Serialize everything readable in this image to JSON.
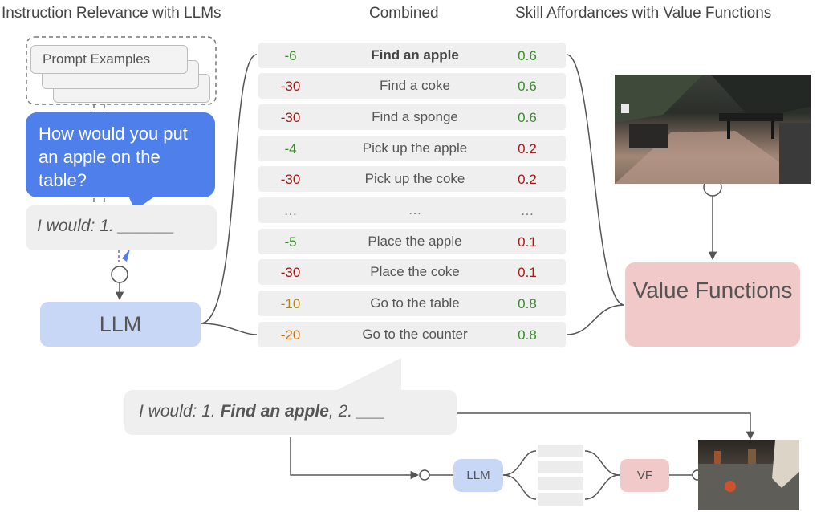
{
  "headings": {
    "left": "Instruction Relevance with LLMs",
    "center": "Combined",
    "right": "Skill Affordances with Value Functions"
  },
  "prompt_examples_label": "Prompt Examples",
  "question_bubble": "How would you put an apple on the table?",
  "answer_prefix": "I would: 1. ______",
  "llm_label": "LLM",
  "value_functions_label": "Value Functions",
  "rows": [
    {
      "llm": "-6",
      "label": "Find an apple",
      "vf": "0.6"
    },
    {
      "llm": "-30",
      "label": "Find a coke",
      "vf": "0.6"
    },
    {
      "llm": "-30",
      "label": "Find a sponge",
      "vf": "0.6"
    },
    {
      "llm": "-4",
      "label": "Pick up the apple",
      "vf": "0.2"
    },
    {
      "llm": "-30",
      "label": "Pick up the coke",
      "vf": "0.2"
    },
    {
      "llm": "…",
      "label": "…",
      "vf": "…"
    },
    {
      "llm": "-5",
      "label": "Place the apple",
      "vf": "0.1"
    },
    {
      "llm": "-30",
      "label": "Place the coke",
      "vf": "0.1"
    },
    {
      "llm": "-10",
      "label": "Go to the table",
      "vf": "0.8"
    },
    {
      "llm": "-20",
      "label": "Go to the counter",
      "vf": "0.8"
    }
  ],
  "bottom": {
    "sentence_prefix": "I would: 1. ",
    "sentence_bold": "Find an apple",
    "sentence_suffix": ", 2. ___",
    "llm_label": "LLM",
    "vf_label": "VF"
  },
  "colors": {
    "blue_bubble": "#4f7fea",
    "llm_box": "#c9d7f6",
    "vf_box": "#f2c9c9",
    "positive": "#3c8a2e",
    "negative": "#a11d1d",
    "medium": "#b78612"
  }
}
